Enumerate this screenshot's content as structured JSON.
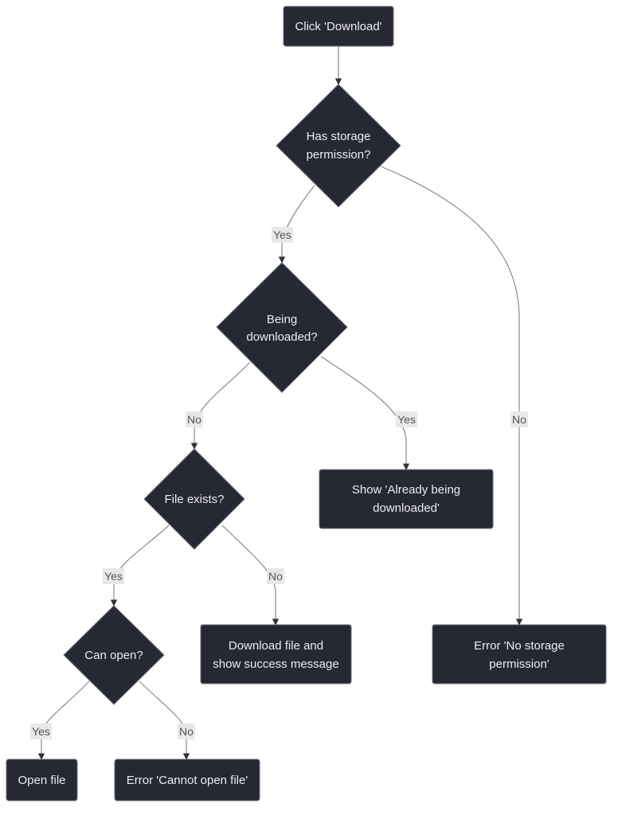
{
  "nodes": {
    "start": {
      "label": "Click 'Download'"
    },
    "has_permission": {
      "lines": [
        "Has storage",
        "permission?"
      ]
    },
    "being_downloaded": {
      "lines": [
        "Being",
        "downloaded?"
      ]
    },
    "file_exists": {
      "label": "File exists?"
    },
    "can_open": {
      "label": "Can open?"
    },
    "already_downloading": {
      "lines": [
        "Show 'Already being",
        "downloaded'"
      ]
    },
    "download_file": {
      "lines": [
        "Download file and",
        "show success message"
      ]
    },
    "no_permission_error": {
      "lines": [
        "Error 'No storage",
        "permission'"
      ]
    },
    "open_file": {
      "label": "Open file"
    },
    "cannot_open_error": {
      "label": "Error 'Cannot open file'"
    }
  },
  "edges": {
    "permission_yes": "Yes",
    "permission_no": "No",
    "downloading_no": "No",
    "downloading_yes": "Yes",
    "exists_yes": "Yes",
    "exists_no": "No",
    "open_yes": "Yes",
    "open_no": "No"
  }
}
